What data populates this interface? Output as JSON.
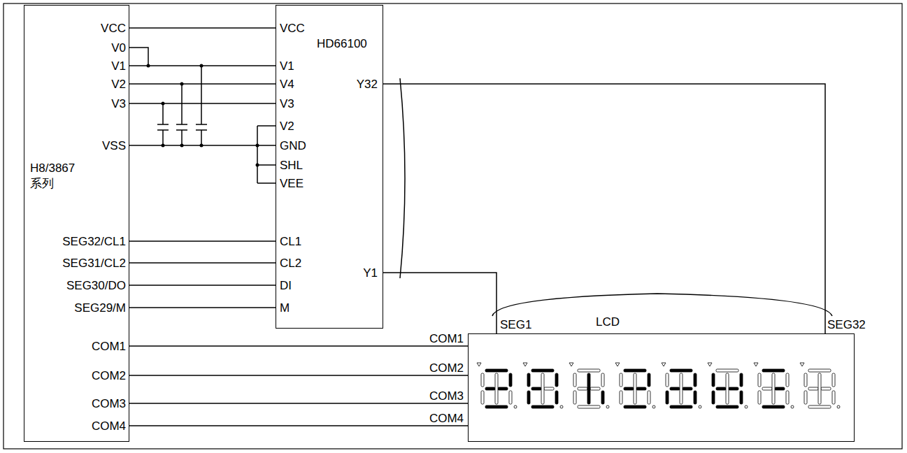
{
  "diagram": {
    "nodes": [
      {
        "text": [
          "H8/3867 系列"
        ]
      },
      {
        "text": [
          "HD66100"
        ]
      },
      {
        "text": [
          "LCD"
        ]
      }
    ],
    "edges": [
      {
        "from": 0,
        "to": 1,
        "arrow": "none"
      },
      {
        "from": 0,
        "to": 1,
        "arrow": "none"
      },
      {
        "from": 0,
        "to": 1,
        "arrow": "none"
      },
      {
        "from": 0,
        "to": 1,
        "arrow": "none"
      },
      {
        "from": 0,
        "to": 1,
        "arrow": "none"
      },
      {
        "from": 0,
        "to": 1,
        "arrow": "none"
      },
      {
        "from": 0,
        "to": 1,
        "arrow": "none"
      },
      {
        "from": 0,
        "to": 1,
        "arrow": "none"
      },
      {
        "from": 0,
        "to": 1,
        "arrow": "none"
      },
      {
        "from": 0,
        "to": 2,
        "arrow": "none"
      },
      {
        "from": 0,
        "to": 2,
        "arrow": "none"
      },
      {
        "from": 0,
        "to": 2,
        "arrow": "none"
      },
      {
        "from": 0,
        "to": 2,
        "arrow": "none"
      },
      {
        "from": 1,
        "to": 2,
        "arrow": "none"
      },
      {
        "from": 1,
        "to": 2,
        "arrow": "none"
      }
    ],
    "labels": [
      "VCC",
      "V0",
      "V1",
      "V2",
      "V3",
      "VSS",
      "SEG32/CL1",
      "SEG31/CL2",
      "SEG30/DO",
      "SEG29/M",
      "COM1",
      "COM2",
      "COM3",
      "COM4",
      "VCC",
      "V1",
      "V4",
      "V3",
      "V2",
      "GND",
      "SHL",
      "VEE",
      "CL1",
      "CL2",
      "DI",
      "M",
      "Y32",
      "Y1",
      "COM1",
      "COM2",
      "COM3",
      "COM4",
      "SEG1",
      "SEG32"
    ]
  }
}
